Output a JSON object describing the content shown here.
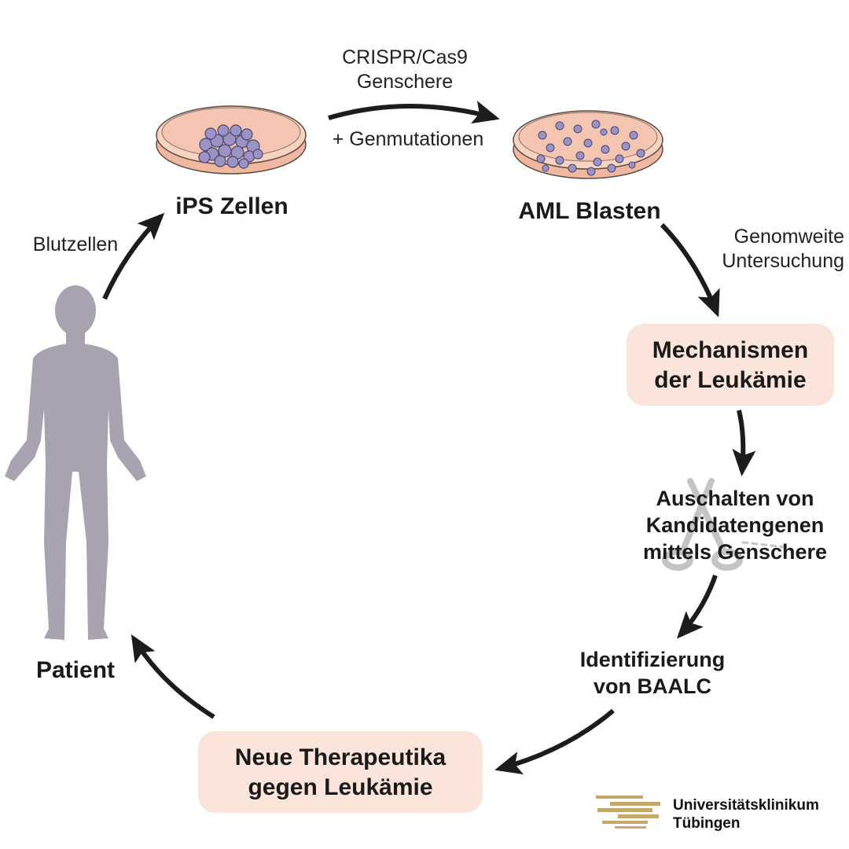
{
  "labels": {
    "crispr_line1": "CRISPR/Cas9",
    "crispr_line2": "Genschere",
    "genmutationen": "+ Genmutationen",
    "ips": "iPS Zellen",
    "aml": "AML Blasten",
    "genomweite_line1": "Genomweite",
    "genomweite_line2": "Untersuchung",
    "mechanismen_line1": "Mechanismen",
    "mechanismen_line2": "der Leukämie",
    "auschalten_line1": "Auschalten von",
    "auschalten_line2": "Kandidatengenen",
    "auschalten_line3": "mittels Genschere",
    "ident_line1": "Identifizierung",
    "ident_line2": "von BAALC",
    "therapeutika_line1": "Neue Therapeutika",
    "therapeutika_line2": "gegen Leukämie",
    "patient": "Patient",
    "blutzellen": "Blutzellen"
  },
  "logo": {
    "line1": "Universitätsklinikum",
    "line2": "Tübingen"
  },
  "colors": {
    "arrow": "#1c1c1c",
    "box_fill": "#fbe4da",
    "human": "#a8a2b1",
    "dish_fill": "#f3c4ae",
    "cell": "#9b93c4",
    "logo_gold": "#c7a86a"
  }
}
